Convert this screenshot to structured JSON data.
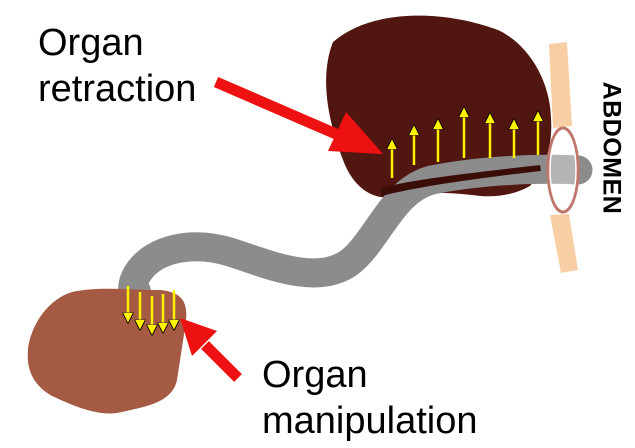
{
  "labels": {
    "retraction_line1": "Organ",
    "retraction_line2": "retraction",
    "manipulation_line1": "Organ",
    "manipulation_line2": "manipulation",
    "abdomen": "ABDOMEN"
  },
  "colors": {
    "upper_organ": "#521610",
    "lower_organ": "#A55B43",
    "instrument": "#8C8C8C",
    "abdominal_wall": "#F8CFA5",
    "port_ring": "#C0766A",
    "pointer_arrow": "#EE1111",
    "force_arrow": "#FFF200"
  },
  "icons": [
    "retraction-force-arrows",
    "manipulation-force-arrows",
    "red-pointer-arrow",
    "trocar-port"
  ]
}
